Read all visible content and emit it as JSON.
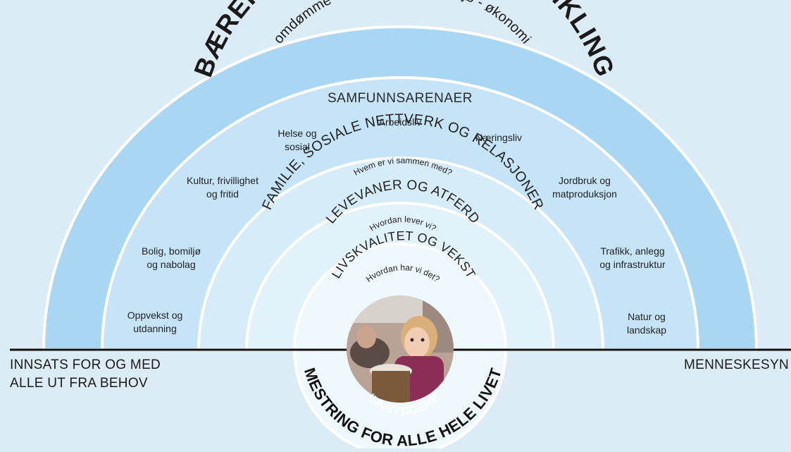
{
  "rings": {
    "outer": {
      "title": "BÆREKRAFTIG SAMFUNNSUTVIKLING",
      "subtitle": "omdømme - sosiale forhold - miljø - økonomi",
      "fill": "#a9d7f3"
    },
    "arenas": {
      "title": "SAMFUNNSARENAER",
      "fill": "#c5e4f7"
    },
    "family": {
      "title": "FAMILIE, SOSIALE NETTVERK OG RELASJONER",
      "subtitle": "Hvem er vi sammen med?",
      "fill": "#d6ecf9"
    },
    "habits": {
      "title": "LEVEVANER OG ATFERD",
      "subtitle": "Hvordan lever vi?",
      "fill": "#e2f2fb"
    },
    "quality": {
      "title": "LIVSKVALITET OG VEKST",
      "subtitle": "Hvordan har vi det?",
      "fill": "#eef8fd"
    }
  },
  "arenas": [
    "Arbeidsliv",
    "Helse og\nsosial",
    "Næringsliv",
    "Kultur, frivillighet\nog fritid",
    "Jordbruk og\nmatproduksjon",
    "Bolig, bomiljø\nog nabolag",
    "Trafikk, anlegg\nog infrastruktur",
    "Oppvekst og\nutdanning",
    "Natur og\nlandskap"
  ],
  "center": {
    "label": "INNBYGGERE",
    "photo": "child-with-drum-photo"
  },
  "bottom": {
    "label": "MESTRING FOR ALLE HELE LIVET"
  },
  "left_text": "INNSATS FOR OG MED\nALLE UT FRA BEHOV",
  "right_text": "MENNESKESYN",
  "colors": {
    "ring_edge": "#ffffff",
    "baseline": "#111111",
    "text": "#222222"
  }
}
